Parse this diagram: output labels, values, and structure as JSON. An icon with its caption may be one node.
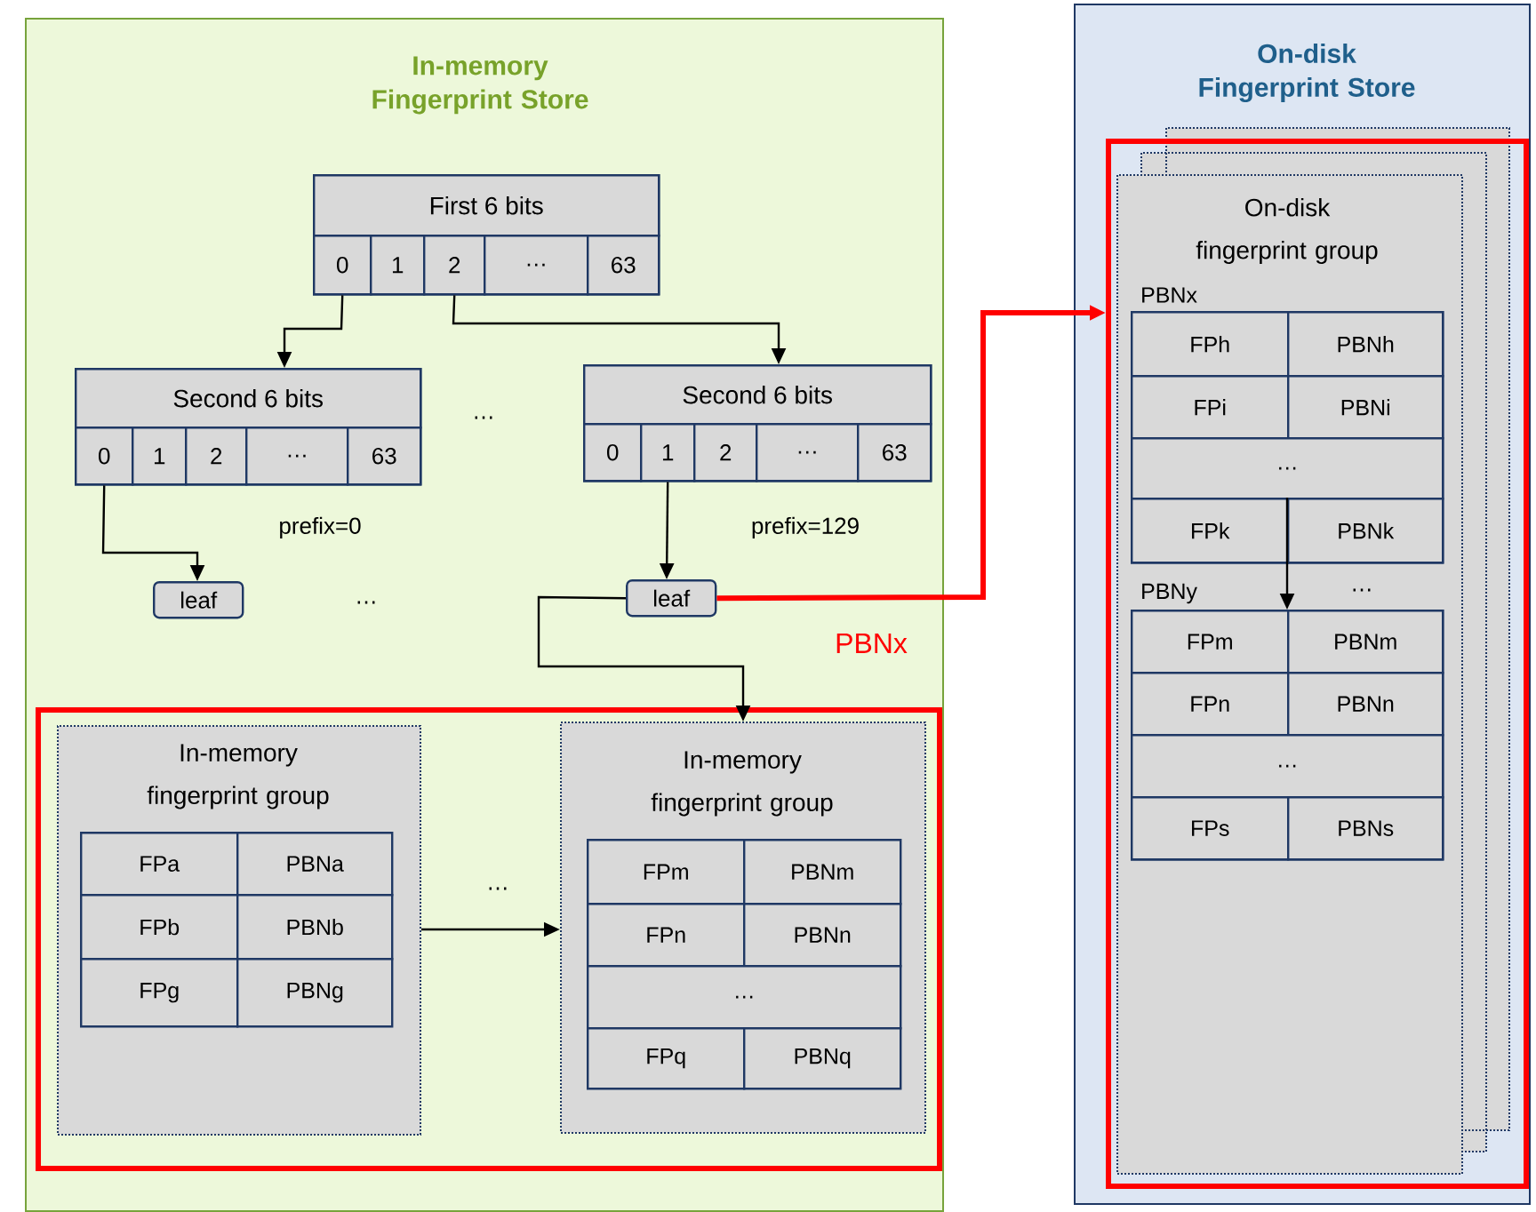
{
  "diagram": {
    "nodes": [
      {
        "text": [
          "In-memory Fingerprint Store"
        ]
      },
      {
        "text": [
          "First 6 bits"
        ],
        "in": 0
      },
      {
        "text": [
          "0"
        ],
        "in": 1
      },
      {
        "text": [
          "1"
        ],
        "in": 1
      },
      {
        "text": [
          "2"
        ],
        "in": 1
      },
      {
        "text": [
          "…"
        ],
        "in": 1
      },
      {
        "text": [
          "63"
        ],
        "in": 1
      },
      {
        "text": [
          "Second 6 bits"
        ],
        "in": 0
      },
      {
        "text": [
          "0"
        ],
        "in": 7
      },
      {
        "text": [
          "1"
        ],
        "in": 7
      },
      {
        "text": [
          "2"
        ],
        "in": 7
      },
      {
        "text": [
          "…"
        ],
        "in": 7
      },
      {
        "text": [
          "63"
        ],
        "in": 7
      },
      {
        "text": [
          "Second 6 bits"
        ],
        "in": 0
      },
      {
        "text": [
          "0"
        ],
        "in": 13
      },
      {
        "text": [
          "1"
        ],
        "in": 13
      },
      {
        "text": [
          "2"
        ],
        "in": 13
      },
      {
        "text": [
          "…"
        ],
        "in": 13
      },
      {
        "text": [
          "63"
        ],
        "in": 13
      },
      {
        "text": [
          "leaf"
        ],
        "in": 0
      },
      {
        "text": [
          "leaf"
        ],
        "in": 0
      },
      {
        "text": [],
        "shape": "box",
        "in": 0,
        "beside": [
          "PBNx"
        ]
      },
      {
        "text": [
          "In-memory fingerprint group"
        ],
        "in": 21
      },
      {
        "text": [
          "In-memory fingerprint group"
        ],
        "in": 21
      },
      {
        "text": [
          "On-disk Fingerprint Store"
        ]
      },
      {
        "text": [],
        "shape": "box",
        "in": 24
      },
      {
        "text": [
          "On-disk fingerprint group"
        ],
        "in": 25
      },
      {
        "text": [],
        "shape": "box",
        "in": 26,
        "beside": [
          "PBNx"
        ]
      },
      {
        "text": [],
        "shape": "box",
        "in": 26,
        "beside": [
          "PBNy"
        ]
      }
    ],
    "edges": [
      {
        "from": 2,
        "to": 7,
        "arrow": "to"
      },
      {
        "from": 4,
        "to": 13,
        "arrow": "to"
      },
      {
        "from": 8,
        "to": 19,
        "arrow": "to"
      },
      {
        "from": 15,
        "to": 20,
        "arrow": "to"
      },
      {
        "from": 20,
        "to": 25,
        "arrow": "to",
        "style": "thick",
        "color": "#ff0000"
      },
      {
        "from": 20,
        "to": 23,
        "arrow": "to"
      },
      {
        "from": 22,
        "to": 23,
        "arrow": "to"
      },
      {
        "from": 27,
        "to": 28,
        "arrow": "to"
      }
    ],
    "labels": [
      "…",
      "prefix=0",
      "prefix=129",
      "…",
      "FPa",
      "PBNa",
      "FPb",
      "PBNb",
      "FPg",
      "PBNg",
      "…",
      "FPm",
      "PBNm",
      "FPn",
      "PBNn",
      "…",
      "FPq",
      "PBNq",
      "FPh",
      "PBNh",
      "FPi",
      "PBNi",
      "…",
      "FPk",
      "PBNk",
      "…",
      "FPm",
      "PBNm",
      "FPn",
      "PBNn",
      "…",
      "FPs",
      "PBNs"
    ]
  }
}
